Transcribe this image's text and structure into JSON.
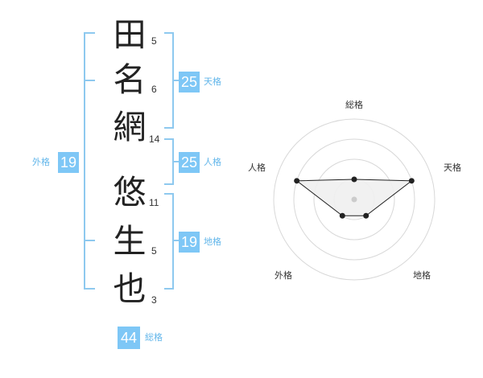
{
  "name": {
    "characters": [
      {
        "char": "田",
        "strokes": "5"
      },
      {
        "char": "名",
        "strokes": "6"
      },
      {
        "char": "網",
        "strokes": "14"
      },
      {
        "char": "悠",
        "strokes": "11"
      },
      {
        "char": "生",
        "strokes": "5"
      },
      {
        "char": "也",
        "strokes": "3"
      }
    ]
  },
  "kakusuu": {
    "tenkaku": {
      "label": "天格",
      "value": "25"
    },
    "jinkaku": {
      "label": "人格",
      "value": "25"
    },
    "chikaku": {
      "label": "地格",
      "value": "19"
    },
    "gaikaku": {
      "label": "外格",
      "value": "19"
    },
    "soukaku": {
      "label": "総格",
      "value": "44"
    }
  },
  "radar": {
    "axes": [
      "総格",
      "天格",
      "地格",
      "外格",
      "人格"
    ],
    "levels": 4,
    "values": [
      1,
      3,
      1,
      1,
      3
    ],
    "colors": {
      "rings": "#d8d8d8",
      "fill": "#f0f0f0",
      "line": "#222222",
      "center": "#cccccc"
    }
  },
  "colors": {
    "accent": "#7ec7f6",
    "bracket": "#8ec9ef",
    "label": "#62b6ea"
  }
}
